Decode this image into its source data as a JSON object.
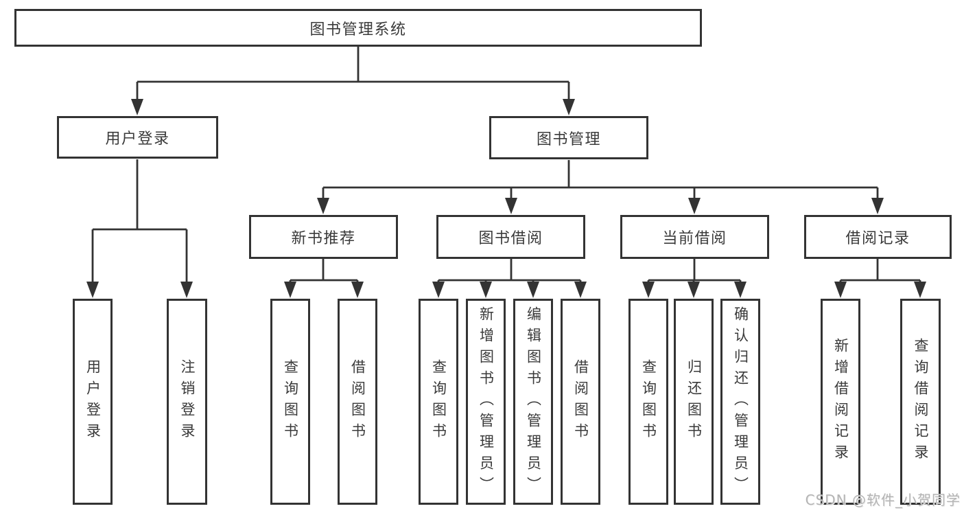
{
  "diagram": {
    "title": "图书管理系统",
    "root": {
      "label": "图书管理系统"
    },
    "level2": [
      {
        "id": "user-login",
        "label": "用户登录"
      },
      {
        "id": "book-management",
        "label": "图书管理"
      }
    ],
    "level3": [
      {
        "id": "new-book-recommend",
        "parent": "图书管理",
        "label": "新书推荐"
      },
      {
        "id": "book-borrow",
        "parent": "图书管理",
        "label": "图书借阅"
      },
      {
        "id": "current-borrow",
        "parent": "图书管理",
        "label": "当前借阅"
      },
      {
        "id": "borrow-records",
        "parent": "图书管理",
        "label": "借阅记录"
      }
    ],
    "leaves": [
      {
        "parent": "用户登录",
        "label": "用户登录"
      },
      {
        "parent": "用户登录",
        "label": "注销登录"
      },
      {
        "parent": "新书推荐",
        "label": "查询图书"
      },
      {
        "parent": "新书推荐",
        "label": "借阅图书"
      },
      {
        "parent": "图书借阅",
        "label": "查询图书"
      },
      {
        "parent": "图书借阅",
        "label": "新增图书（管理员）"
      },
      {
        "parent": "图书借阅",
        "label": "编辑图书（管理员）"
      },
      {
        "parent": "图书借阅",
        "label": "借阅图书"
      },
      {
        "parent": "当前借阅",
        "label": "查询图书"
      },
      {
        "parent": "当前借阅",
        "label": "归还图书"
      },
      {
        "parent": "当前借阅",
        "label": "确认归还（管理员）"
      },
      {
        "parent": "借阅记录",
        "label": "新增借阅记录"
      },
      {
        "parent": "借阅记录",
        "label": "查询借阅记录"
      }
    ]
  },
  "watermark": {
    "text": "CSDN @软件_小贺同学"
  },
  "colors": {
    "line": "#333333",
    "box_border": "#333333",
    "text": "#3a3a3a",
    "background": "#ffffff",
    "watermark": "#b4b4b4"
  }
}
